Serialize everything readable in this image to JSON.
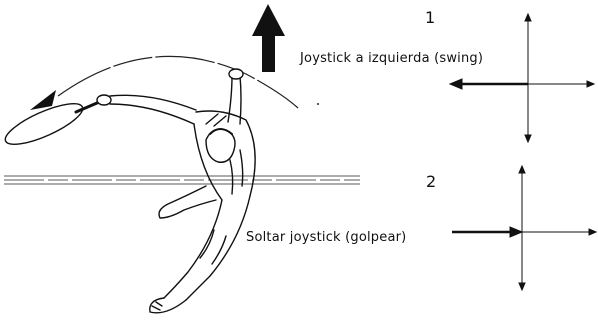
{
  "figure": {
    "step1": {
      "number": "1",
      "caption": "Joystick a izquierda (swing)"
    },
    "step2": {
      "number": "2",
      "caption": "Soltar joystick (golpear)"
    },
    "ink_color": "#111111",
    "background": "#ffffff"
  }
}
